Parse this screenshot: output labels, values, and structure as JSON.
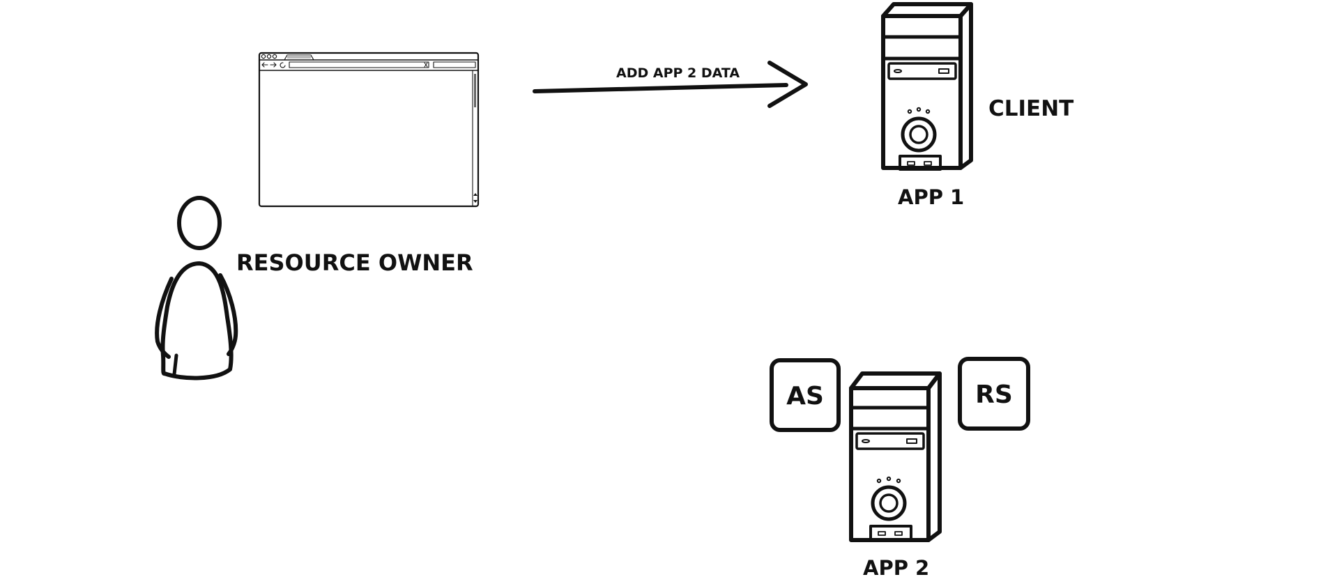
{
  "diagram": {
    "ink_color": "#111111",
    "background_color": "#ffffff",
    "actors": {
      "resource_owner": {
        "label": "RESOURCE OWNER",
        "icon": "person-icon"
      }
    },
    "browser": {
      "icon": "browser-window-icon"
    },
    "arrow": {
      "label": "ADD APP 2 DATA",
      "icon": "arrow-right-icon"
    },
    "app1": {
      "label": "APP 1",
      "role": "CLIENT",
      "icon": "server-tower-icon"
    },
    "app2": {
      "label": "APP 2",
      "icon": "server-tower-icon",
      "badges": [
        {
          "label": "AS"
        },
        {
          "label": "RS"
        }
      ]
    }
  }
}
